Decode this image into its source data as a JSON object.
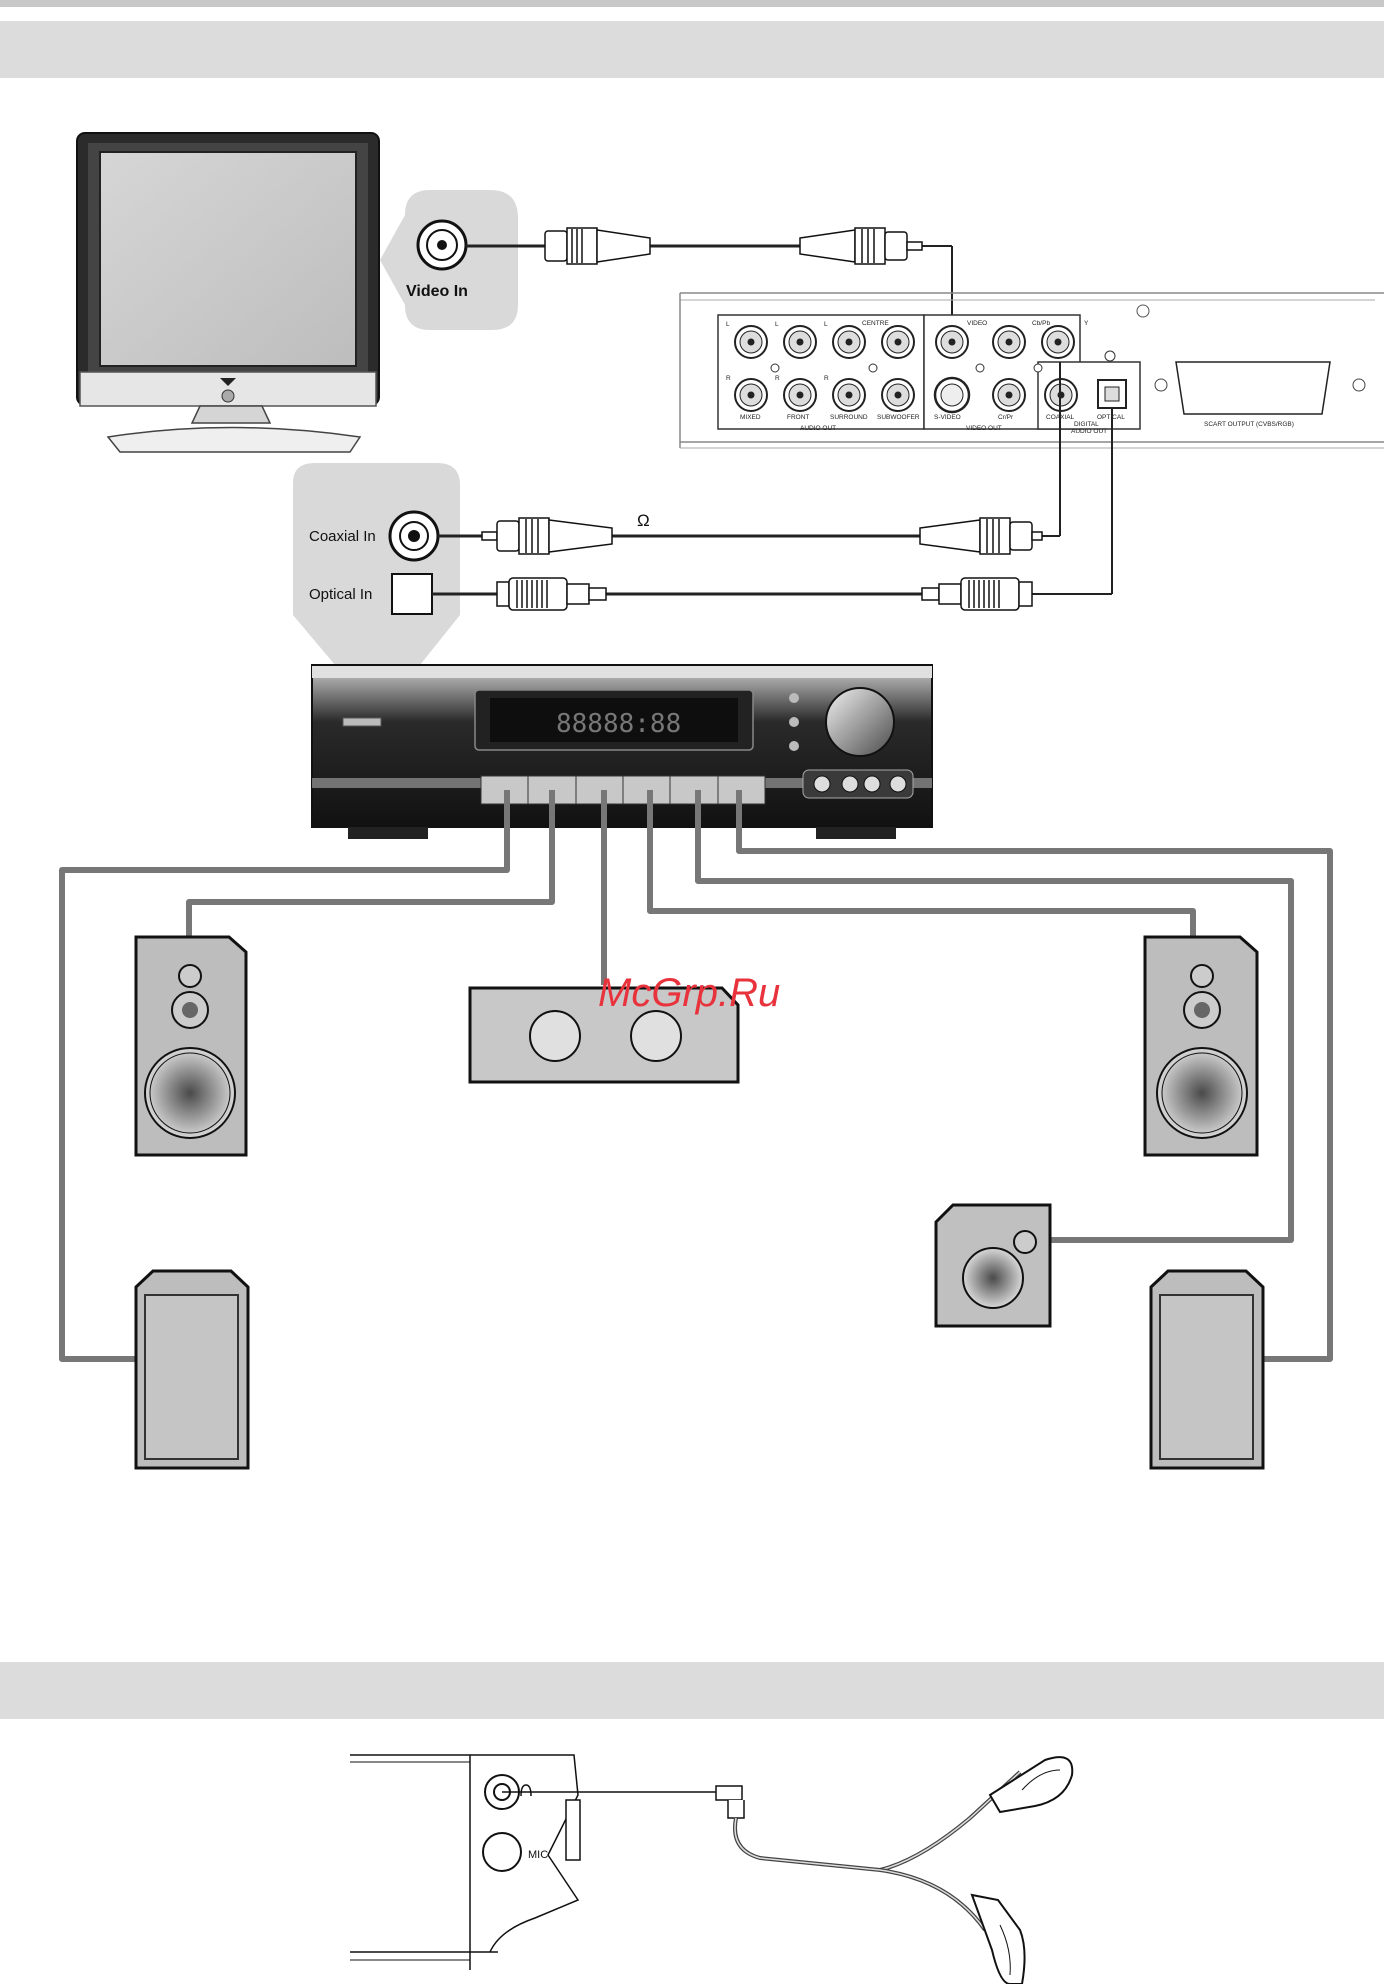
{
  "tv": {
    "port_label": "Video In"
  },
  "amplifier_inputs": {
    "coaxial_label": "Coaxial In",
    "optical_label": "Optical In"
  },
  "cable_symbol": "Ω",
  "dvd_panel": {
    "centre": "CENTRE",
    "video": "VIDEO",
    "cb_pb": "Cb/Pb",
    "y": "Y",
    "l1": "L",
    "l2": "L",
    "l3": "L",
    "r1": "R",
    "r2": "R",
    "r3": "R",
    "mixed": "MIXED",
    "front": "FRONT",
    "surround": "SURROUND",
    "subwoofer": "SUBWOOFER",
    "audio_out": "AUDIO OUT",
    "s_video": "S-VIDEO",
    "cr_pr": "Cr/Pr",
    "video_out": "VIDEO OUT",
    "coaxial": "COAXIAL",
    "optical": "OPTICAL",
    "digital": "DIGITAL",
    "digital_audio_out": "AUDIO OUT",
    "scart": "SCART OUTPUT (CVBS/RGB)"
  },
  "headphone_panel": {
    "mic_label": "MIC"
  },
  "watermark": "McGrp.Ru"
}
